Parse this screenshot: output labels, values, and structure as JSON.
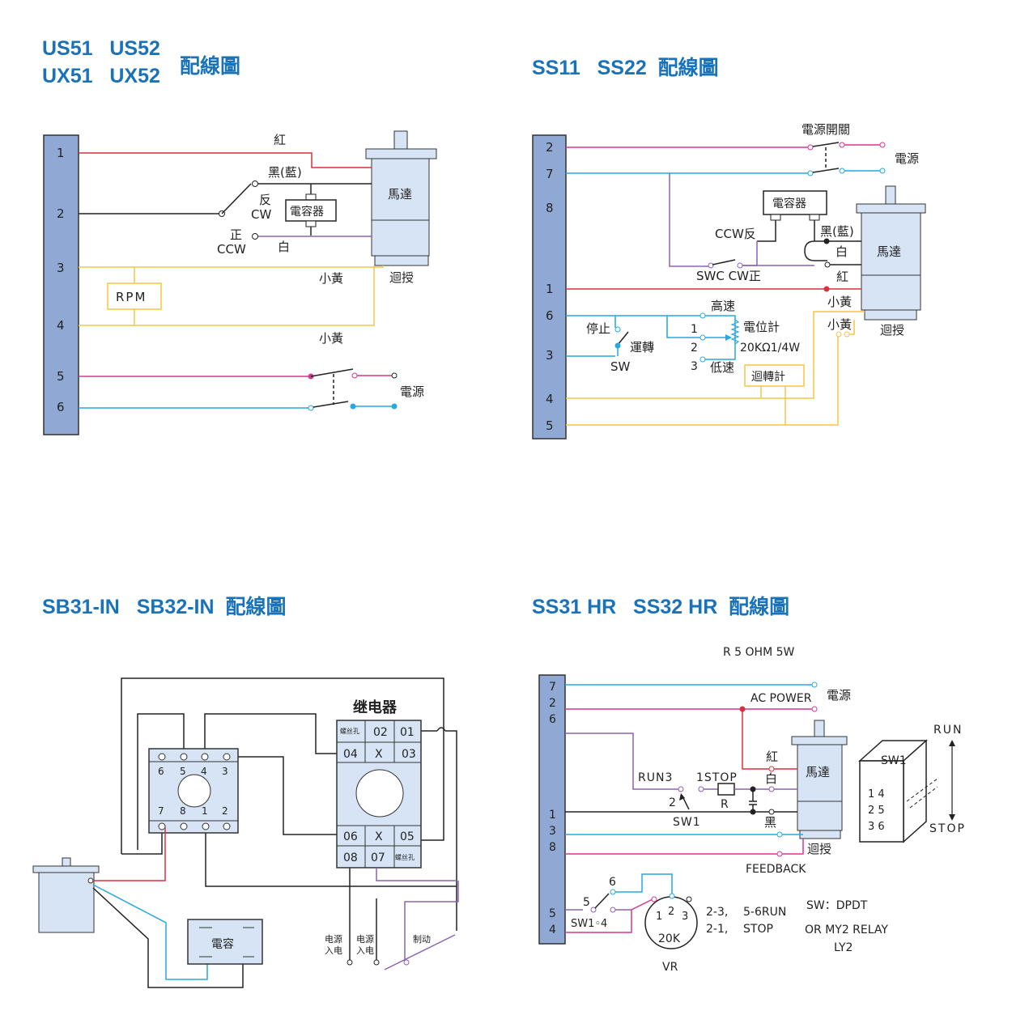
{
  "colors": {
    "title": "#1a73b9",
    "terminal_fill": "#8fa8d4",
    "motor_fill": "#d6e4f5",
    "red": "#d9323e",
    "black": "#222222",
    "purple": "#8a64b0",
    "yellow": "#f5c542",
    "magenta": "#d6378f",
    "cyan": "#29a7df"
  },
  "titles": {
    "d1_line1": "US51   US52",
    "d1_line2": "UX51   UX52",
    "d1_suffix": "配線圖",
    "d2": "SS11   SS22  配線圖",
    "d3": "SB31-IN   SB32-IN  配線圖",
    "d4": "SS31 HR   SS32 HR  配線圖"
  },
  "d1": {
    "terminals": [
      "1",
      "2",
      "3",
      "4",
      "5",
      "6"
    ],
    "labels": {
      "red": "紅",
      "black_blue": "黑(藍)",
      "reverse": "反",
      "cw": "CW",
      "capacitor": "電容器",
      "forward": "正",
      "ccw": "CCW",
      "white": "白",
      "small_yellow_top": "小黃",
      "small_yellow_bottom": "小黃",
      "feedback": "迴授",
      "rpm": "RPM",
      "power": "電源",
      "motor": "馬達"
    }
  },
  "d2": {
    "terminals": [
      "2",
      "7",
      "8",
      "1",
      "6",
      "3",
      "4",
      "5"
    ],
    "labels": {
      "power_switch": "電源開關",
      "power": "電源",
      "capacitor": "電容器",
      "ccw_rev": "CCW反",
      "black_blue": "黑(藍)",
      "white": "白",
      "motor": "馬達",
      "swc_cw": "SWC CW正",
      "red": "紅",
      "small_yellow_1": "小黃",
      "small_yellow_2": "小黃",
      "feedback": "迴授",
      "high_speed": "高速",
      "stop": "停止",
      "potentiometer": "電位計",
      "n1": "1",
      "n2": "2",
      "n3": "3",
      "run": "運轉",
      "pot_value": "20KΩ1/4W",
      "sw": "SW",
      "low_speed": "低速",
      "tachometer": "迴轉計"
    }
  },
  "d3": {
    "labels": {
      "relay": "继电器",
      "screw_l": "螺丝孔",
      "screw_r": "螺丝孔",
      "r02": "02",
      "r01": "01",
      "r04": "04",
      "rx1": "X",
      "r03": "03",
      "r06": "06",
      "rx2": "X",
      "r05": "05",
      "r08": "08",
      "r07": "07",
      "s6": "6",
      "s5": "5",
      "s4": "4",
      "s3": "3",
      "s7": "7",
      "s8": "8",
      "s1": "1",
      "s2": "2",
      "capacitor": "電容",
      "power_in_1": "电源",
      "power_in_1b": "入电",
      "power_in_2": "电源",
      "power_in_2b": "入电",
      "brake": "制动"
    }
  },
  "d4": {
    "terminals_top": [
      "7",
      "2",
      "6"
    ],
    "terminals_mid": [
      "1",
      "3",
      "8"
    ],
    "terminals_bot": [
      "5",
      "4"
    ],
    "labels": {
      "resistor": "R 5 OHM 5W",
      "ac_power": "AC POWER",
      "power": "電源",
      "red": "紅",
      "white": "白",
      "black": "黑",
      "motor": "馬達",
      "run3": "RUN3",
      "stop1": "1STOP",
      "n2": "2",
      "r": "R",
      "sw1": "SW1",
      "feedback_cn": "迴授",
      "feedback": "FEEDBACK",
      "sw1_box": "SW1",
      "p14": "1 4",
      "p25": "2 5",
      "p36": "3 6",
      "run": "RUN",
      "stop": "STOP",
      "n6": "6",
      "n5": "5",
      "sw1_4": "SW1◦4",
      "vr1": "1",
      "vr2": "2",
      "vr3": "3",
      "vr_value": "20K",
      "vr": "VR",
      "note_23": "2-3,",
      "note_56": "5-6RUN",
      "note_21": "2-1,",
      "note_stop": "STOP",
      "sw_dpdt": "SW：DPDT",
      "my2": "OR MY2 RELAY",
      "ly2": "LY2"
    }
  }
}
